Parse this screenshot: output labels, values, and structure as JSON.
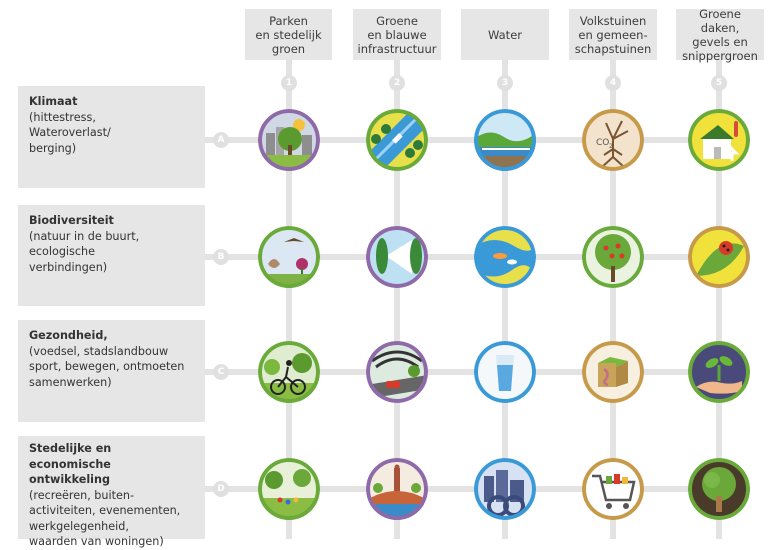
{
  "columns": [
    {
      "number": "1",
      "label": "Parken\nen stedelijk\ngroen"
    },
    {
      "number": "2",
      "label": "Groene\nen blauwe\ninfrastructuur"
    },
    {
      "number": "3",
      "label": "Water"
    },
    {
      "number": "4",
      "label": "Volkstuinen\nen gemeen-\nschapstuinen"
    },
    {
      "number": "5",
      "label": "Groene daken,\ngevels en\nsnippergroen"
    }
  ],
  "rows": [
    {
      "letter": "A",
      "title": "Klimaat",
      "subtitle": "(hittestress,\nWateroverlast/\nberging)"
    },
    {
      "letter": "B",
      "title": "Biodiversiteit",
      "subtitle": "(natuur in de buurt,\necologische\nverbindingen)"
    },
    {
      "letter": "C",
      "title": "Gezondheid,",
      "subtitle": "(voedsel, stadslandbouw\nsport, bewegen, ontmoeten\nsamenwerken)"
    },
    {
      "letter": "D",
      "title": "Stedelijke en economische\nontwikkeling",
      "subtitle": "(recreëren, buiten-\nactiviteiten, evenementen,\nwerkgelegenheid,\nwaarden van woningen)"
    }
  ],
  "icon_labels": {
    "co2": "CO",
    "co2_sub": "2"
  },
  "cells": [
    [
      {
        "icon": "city-park-tree-icon",
        "ring": "#8e6aa8"
      },
      {
        "icon": "canal-with-boat-icon",
        "ring": "#6aaa3a"
      },
      {
        "icon": "river-landscape-icon",
        "ring": "#3a9ad8"
      },
      {
        "icon": "tree-co2-roots-icon",
        "ring": "#c79a4a"
      },
      {
        "icon": "green-roof-house-icon",
        "ring": "#6aaa3a"
      }
    ],
    [
      {
        "icon": "birds-butterfly-flower-icon",
        "ring": "#6aaa3a"
      },
      {
        "icon": "green-corridor-arrow-icon",
        "ring": "#8e6aa8"
      },
      {
        "icon": "pond-fish-icon",
        "ring": "#3a9ad8"
      },
      {
        "icon": "apple-tree-icon",
        "ring": "#6aaa3a"
      },
      {
        "icon": "ladybug-leaf-icon",
        "ring": "#c79a4a"
      }
    ],
    [
      {
        "icon": "cyclist-in-park-icon",
        "ring": "#6aaa3a"
      },
      {
        "icon": "car-road-trees-icon",
        "ring": "#8e6aa8"
      },
      {
        "icon": "glass-of-water-icon",
        "ring": "#3a9ad8"
      },
      {
        "icon": "compost-worm-icon",
        "ring": "#c79a4a"
      },
      {
        "icon": "seedling-hand-icon",
        "ring": "#6aaa3a"
      }
    ],
    [
      {
        "icon": "park-event-icon",
        "ring": "#6aaa3a"
      },
      {
        "icon": "bridge-tower-icon",
        "ring": "#8e6aa8"
      },
      {
        "icon": "water-recreation-icon",
        "ring": "#3a9ad8"
      },
      {
        "icon": "shopping-cart-icon",
        "ring": "#c79a4a"
      },
      {
        "icon": "tree-icon",
        "ring": "#6aaa3a"
      }
    ]
  ]
}
